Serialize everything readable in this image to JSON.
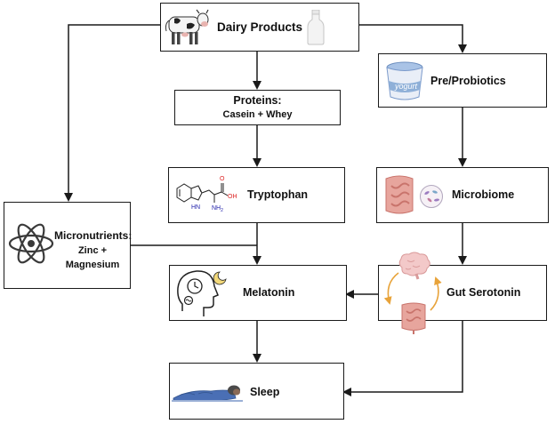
{
  "nodes": {
    "dairy": {
      "label": "Dairy Products"
    },
    "prebiotics": {
      "label": "Pre/Probiotics",
      "yogurt_text": "yogurt"
    },
    "proteins": {
      "line1": "Proteins:",
      "line2": "Casein + Whey"
    },
    "tryptophan": {
      "label": "Tryptophan",
      "chem_oh": "OH",
      "chem_nh2": "NH",
      "chem_nh2_sub": "2",
      "chem_o": "O",
      "chem_nh_ring": "HN"
    },
    "microbiome": {
      "label": "Microbiome"
    },
    "micronutrients": {
      "line1": "Micronutrients:",
      "line2": "Zinc +",
      "line3": "Magnesium"
    },
    "melatonin": {
      "label": "Melatonin"
    },
    "gut_serotonin": {
      "label": "Gut Serotonin"
    },
    "sleep": {
      "label": "Sleep"
    }
  },
  "colors": {
    "stroke": "#1a1a1a",
    "arrow_orange": "#e8a33a",
    "intestine": "#d98b86",
    "brain": "#f0c4c4",
    "yogurt_blue": "#8fb0d8",
    "blanket": "#4a6fb5"
  },
  "icons": [
    "cow-icon",
    "milk-bottle-icon",
    "yogurt-cup-icon",
    "tryptophan-molecule-icon",
    "intestine-icon",
    "bacteria-icon",
    "atom-icon",
    "head-clock-icon",
    "brain-icon",
    "sleeping-person-icon"
  ]
}
